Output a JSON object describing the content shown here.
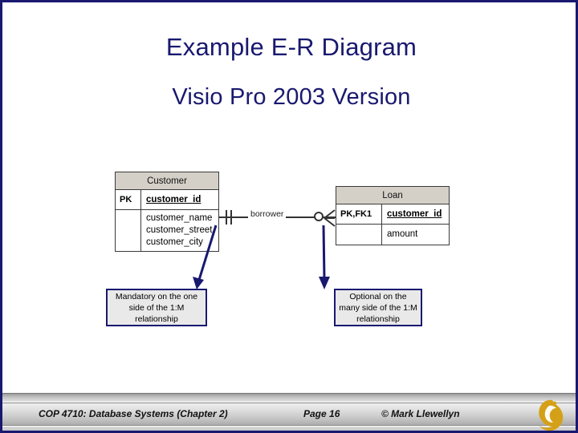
{
  "slide": {
    "title": "Example E-R Diagram",
    "subtitle": "Visio Pro 2003 Version",
    "border_color": "#191970"
  },
  "diagram": {
    "entities": [
      {
        "name": "Customer",
        "key_label": "PK",
        "key_attribute": "customer_id",
        "attributes": [
          "customer_name",
          "customer_street",
          "customer_city"
        ]
      },
      {
        "name": "Loan",
        "key_label": "PK,FK1",
        "key_attribute": "customer_id",
        "attributes": [
          "amount"
        ]
      }
    ],
    "relationship": {
      "label": "borrower",
      "left_cardinality": "one-and-only-one",
      "left_symbol": "||",
      "right_cardinality": "zero-or-many",
      "right_symbol": "o<",
      "header_fill": "#d4d0c8"
    },
    "callouts": [
      {
        "id": "left",
        "text": "Mandatory on the one side of the 1:M relationship",
        "border_color": "#191970",
        "fill_color": "#e9e9e9"
      },
      {
        "id": "right",
        "text": "Optional on the many side of the 1:M relationship",
        "border_color": "#191970",
        "fill_color": "#e9e9e9"
      }
    ]
  },
  "footer": {
    "course": "COP 4710: Database Systems  (Chapter 2)",
    "page": "Page 16",
    "copyright": "© Mark Llewellyn",
    "logo_color": "#d4a017"
  }
}
